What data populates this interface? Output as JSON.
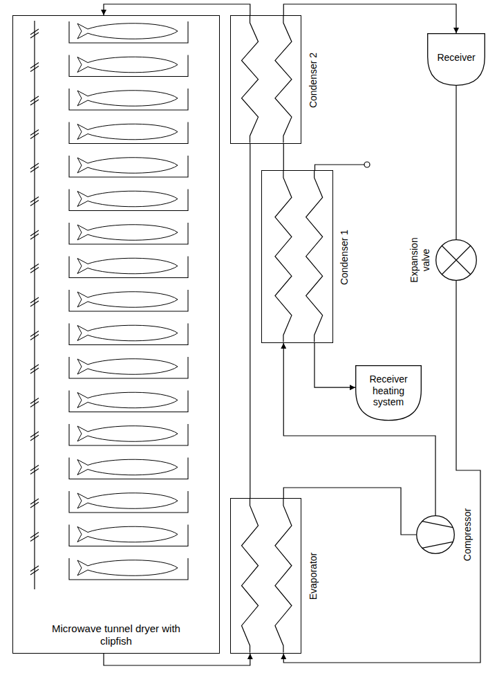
{
  "diagram": {
    "nodes": [
      {
        "text": [
          "Microwave tunnel dryer with clipfish"
        ]
      },
      {
        "text": [
          "Condenser 2"
        ]
      },
      {
        "text": [
          "Condenser 1"
        ]
      },
      {
        "text": [
          "Receiver"
        ]
      },
      {
        "text": [
          "Expansion valve"
        ]
      },
      {
        "text": [
          "Receiver heating system"
        ]
      },
      {
        "text": [
          "Evaporator"
        ]
      },
      {
        "text": [
          "Compressor"
        ]
      }
    ],
    "edges": [
      {
        "from": 1,
        "to": 0,
        "arrow": "to"
      },
      {
        "from": 0,
        "to": 6,
        "arrow": "to"
      },
      {
        "from": 6,
        "to": 1,
        "arrow": "none"
      },
      {
        "from": 7,
        "to": 2,
        "arrow": "to"
      },
      {
        "from": 2,
        "to": 5,
        "arrow": "to"
      },
      {
        "from": 2,
        "to": 1,
        "arrow": "none"
      },
      {
        "from": 1,
        "to": 3,
        "arrow": "to"
      },
      {
        "from": 3,
        "to": 4,
        "arrow": "none"
      },
      {
        "from": 4,
        "to": 6,
        "arrow": "to"
      },
      {
        "from": 6,
        "to": 7,
        "arrow": "none"
      }
    ]
  }
}
